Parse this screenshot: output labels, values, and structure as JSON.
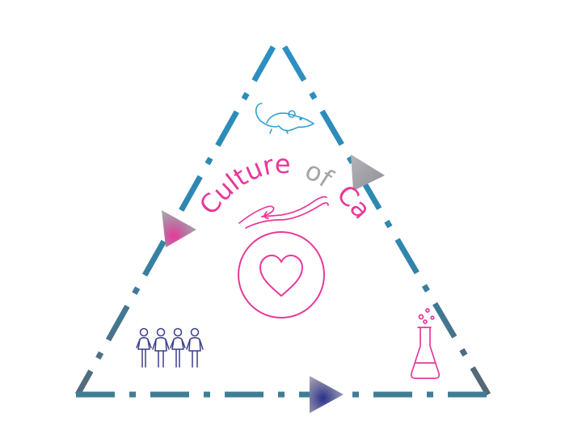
{
  "diagram": {
    "title": {
      "word1": "Culture",
      "word2": "of",
      "word3": "Care"
    },
    "colors": {
      "pink": "#e8389a",
      "grey_text": "#a5a5a5",
      "teal_blue": "#2b8fc0",
      "slate": "#566a79",
      "navy": "#3b3f8c",
      "arrow_grey": "#a9a9ae"
    },
    "icons": {
      "top": "mouse-icon",
      "bottom_left": "people-group-icon",
      "bottom_right": "lab-flask-icon",
      "center": "heart-in-circle-icon",
      "hand": "caring-hand-icon"
    }
  }
}
